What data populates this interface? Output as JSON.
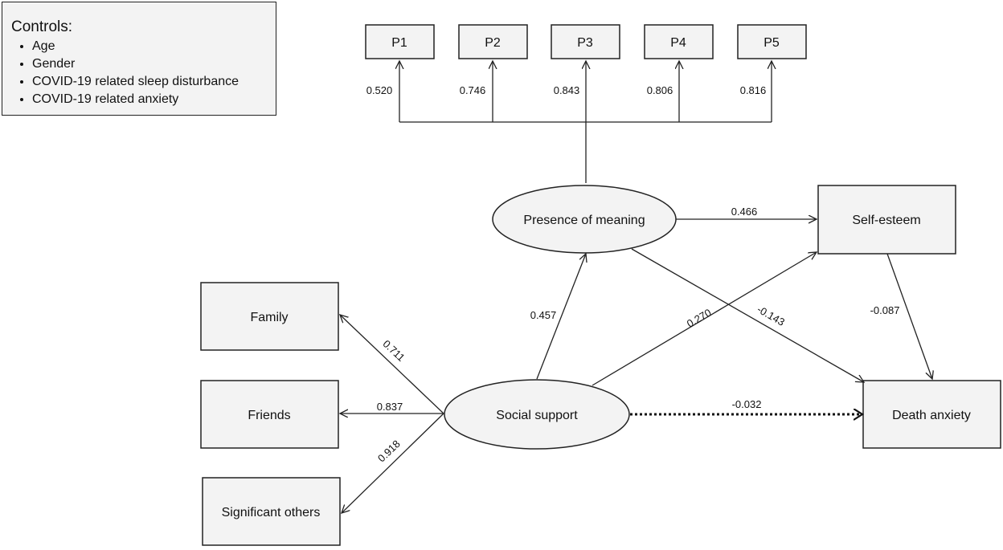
{
  "controls": {
    "title": "Controls:",
    "items": [
      "Age",
      "Gender",
      "COVID-19 related sleep disturbance",
      "COVID-19 related anxiety"
    ]
  },
  "indicators": {
    "p1": {
      "label": "P1",
      "loading": "0.520"
    },
    "p2": {
      "label": "P2",
      "loading": "0.746"
    },
    "p3": {
      "label": "P3",
      "loading": "0.843"
    },
    "p4": {
      "label": "P4",
      "loading": "0.806"
    },
    "p5": {
      "label": "P5",
      "loading": "0.816"
    }
  },
  "support_indicators": {
    "family": {
      "label": "Family",
      "loading": "0.711"
    },
    "friends": {
      "label": "Friends",
      "loading": "0.837"
    },
    "significant_others": {
      "label": "Significant others",
      "loading": "0.918"
    }
  },
  "latents": {
    "presence_of_meaning": "Presence of meaning",
    "social_support": "Social support"
  },
  "observed": {
    "self_esteem": "Self-esteem",
    "death_anxiety": "Death anxiety"
  },
  "paths": {
    "meaning_to_selfesteem": "0.466",
    "support_to_meaning": "0.457",
    "support_to_selfesteem": "0.270",
    "meaning_to_death": "-0.143",
    "selfesteem_to_death": "-0.087",
    "support_to_death": "-0.032"
  },
  "colors": {
    "line": "#222222",
    "fill": "#f3f3f3"
  }
}
